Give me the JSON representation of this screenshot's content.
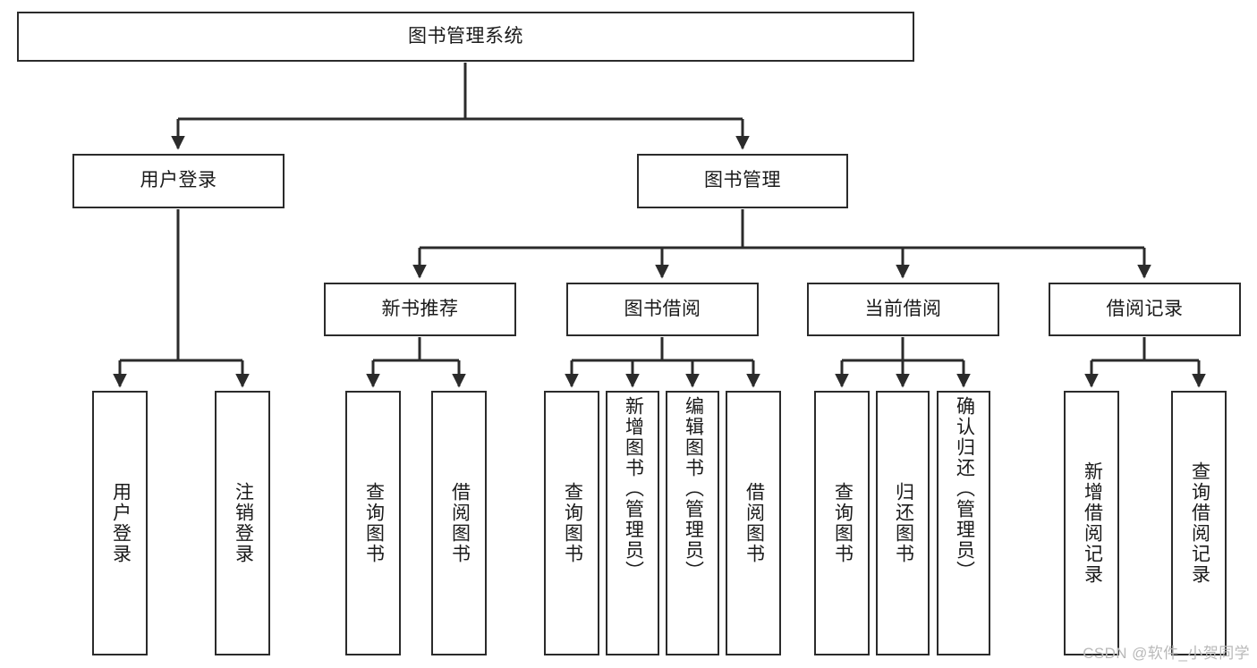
{
  "diagram": {
    "title": "图书管理系统",
    "watermark": "CSDN @软件_小贺同学",
    "theme": {
      "background": "#ffffff",
      "box_border": "#2b2b2b",
      "box_fill": "#ffffff",
      "connector": "#2b2b2b",
      "text": "#1a1a1a",
      "watermark_color": "#b9b9b9"
    },
    "nodes": {
      "root": "图书管理系统",
      "level2": {
        "user_login": "用户登录",
        "book_manage": "图书管理"
      },
      "level3": {
        "new_book_recommend": "新书推荐",
        "book_borrow": "图书借阅",
        "current_borrow": "当前借阅",
        "borrow_record": "借阅记录"
      },
      "leaves": {
        "user_login_1": "用户登录",
        "user_login_2": "注销登录",
        "recommend_1": "查询图书",
        "recommend_2": "借阅图书",
        "borrow_1": "查询图书",
        "borrow_2": "新增图书（管理员）",
        "borrow_3": "编辑图书（管理员）",
        "borrow_4": "借阅图书",
        "current_1": "查询图书",
        "current_2": "归还图书",
        "current_3": "确认归还（管理员）",
        "record_1": "新增借阅记录",
        "record_2": "查询借阅记录"
      }
    }
  }
}
